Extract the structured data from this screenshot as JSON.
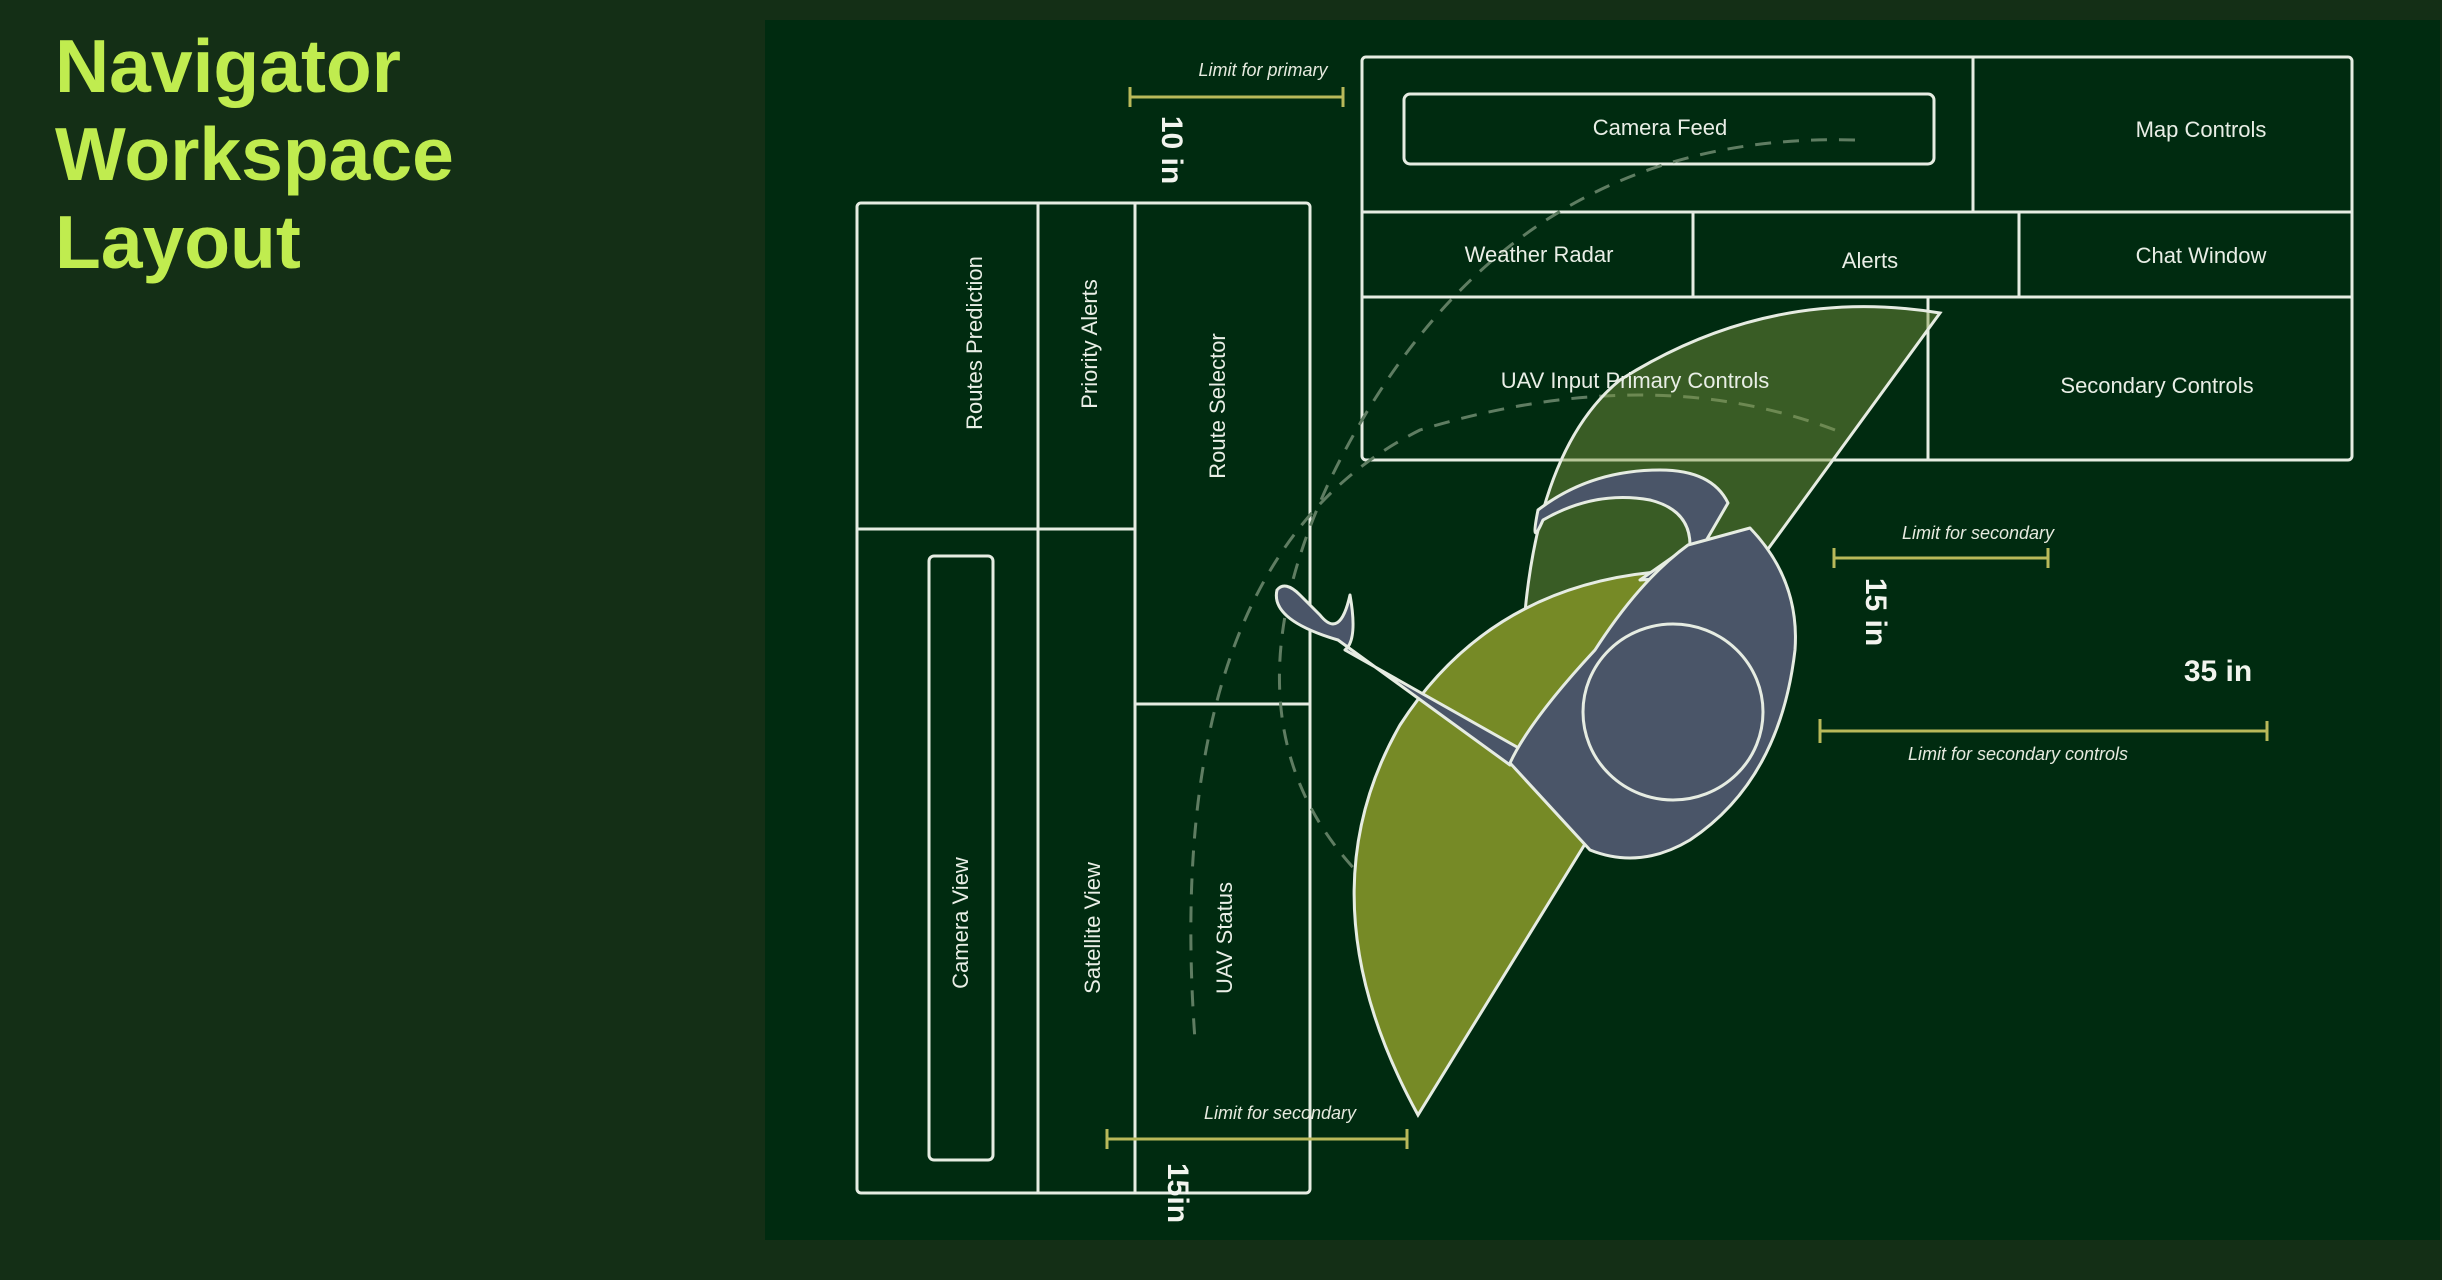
{
  "title": {
    "line1": "Navigator",
    "line2": "Workspace",
    "line3": "Layout"
  },
  "colors": {
    "page_bg": "#142f16",
    "canvas_bg": "#002b10",
    "title": "#c0ec4f",
    "outline": "#e6ece2",
    "figure": "#4a5568",
    "primary_reach": "#768a26",
    "secondary_reach": "#7f9a40",
    "measure": "#b9b95a"
  },
  "panels": {
    "camera_feed": "Camera Feed",
    "map_controls": "Map Controls",
    "weather_radar": "Weather Radar",
    "alerts": "Alerts",
    "chat_window": "Chat Window",
    "uav_input_primary": "UAV Input Primary Controls",
    "secondary_controls": "Secondary Controls",
    "routes_prediction": "Routes Prediction",
    "priority_alerts": "Priority Alerts",
    "route_selector": "Route Selector",
    "camera_view": "Camera View",
    "satellite_view": "Satellite View",
    "uav_status": "UAV Status"
  },
  "limits": {
    "primary_top": {
      "label": "Limit for primary",
      "value": "10 in"
    },
    "secondary_right": {
      "label": "Limit for secondary",
      "value": "15 in"
    },
    "secondary_controls": {
      "label": "Limit for secondary controls",
      "value": "35 in"
    },
    "secondary_bottom": {
      "label": "Limit for secondary",
      "value": "15in"
    }
  },
  "figure_icon": "operator-top-view-icon"
}
